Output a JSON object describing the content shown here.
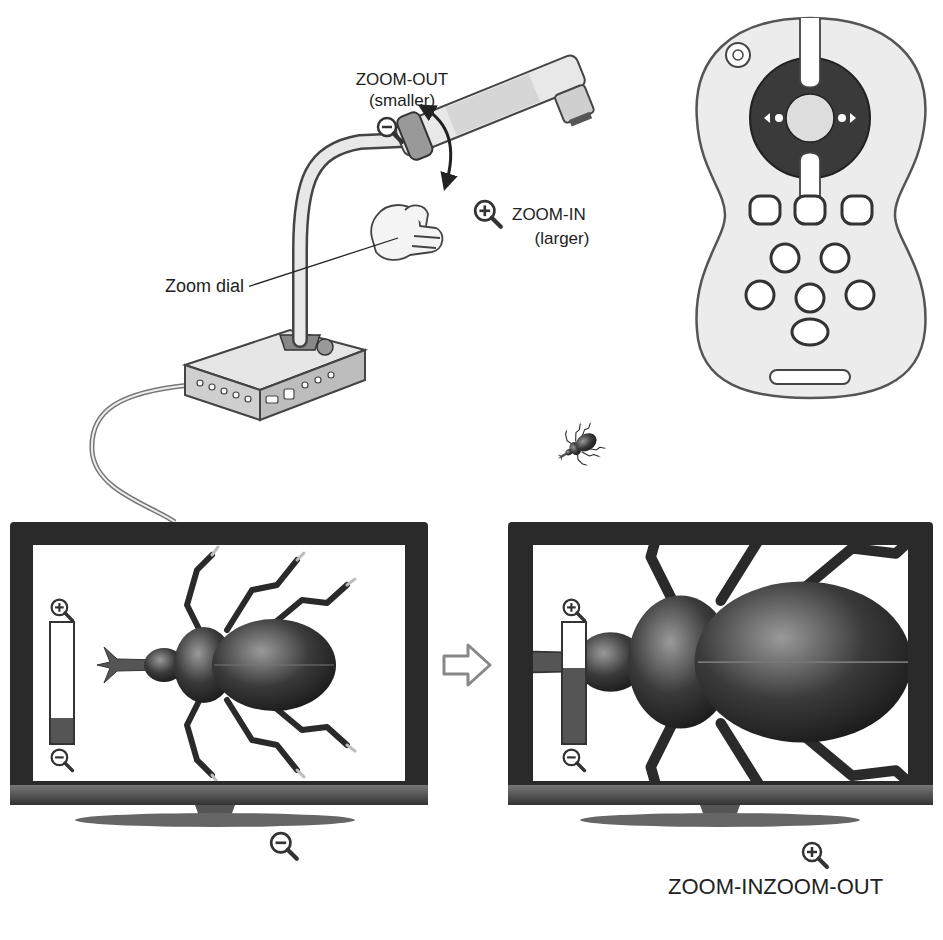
{
  "diagram": {
    "labels": [
      "ZOOM-OUT",
      "(smaller)",
      "ZOOM-IN",
      "(larger)",
      "Zoom dial",
      "ZOOM-INZOOM-OUT"
    ]
  }
}
